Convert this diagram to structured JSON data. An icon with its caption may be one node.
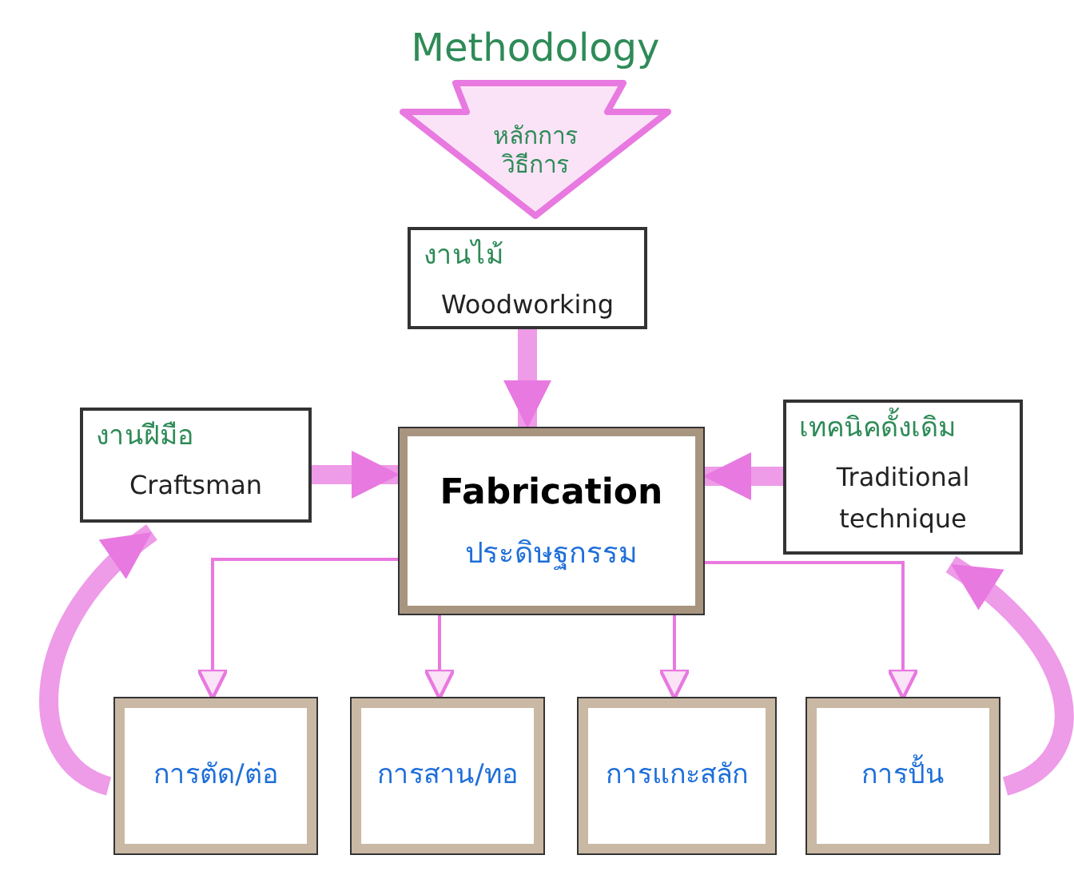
{
  "diagram": {
    "nodes": [
      {
        "text": [
          "Methodology",
          "หลักการ วิธีการ"
        ]
      },
      {
        "text": [
          "งานไม้",
          "Woodworking"
        ]
      },
      {
        "text": [
          "งานฝีมือ",
          "Craftsman"
        ]
      },
      {
        "text": [
          "Fabrication",
          "ประดิษฐกรรม"
        ]
      },
      {
        "text": [
          "เทคนิคดั้งเดิม",
          "Traditional technique"
        ]
      },
      {
        "text": [
          "การตัด/ต่อ"
        ]
      },
      {
        "text": [
          "การสาน/ทอ"
        ]
      },
      {
        "text": [
          "การแกะสลัก"
        ]
      },
      {
        "text": [
          "การปั้น"
        ]
      }
    ],
    "edges": [
      {
        "from": 1,
        "to": 3,
        "arrow": "to"
      },
      {
        "from": 2,
        "to": 3,
        "arrow": "to"
      },
      {
        "from": 4,
        "to": 3,
        "arrow": "to"
      },
      {
        "from": 3,
        "to": 5,
        "arrow": "to"
      },
      {
        "from": 3,
        "to": 6,
        "arrow": "to"
      },
      {
        "from": 3,
        "to": 7,
        "arrow": "to"
      },
      {
        "from": 3,
        "to": 8,
        "arrow": "to"
      },
      {
        "from": 5,
        "to": 2,
        "arrow": "to"
      },
      {
        "from": 8,
        "to": 4,
        "arrow": "to"
      }
    ]
  }
}
